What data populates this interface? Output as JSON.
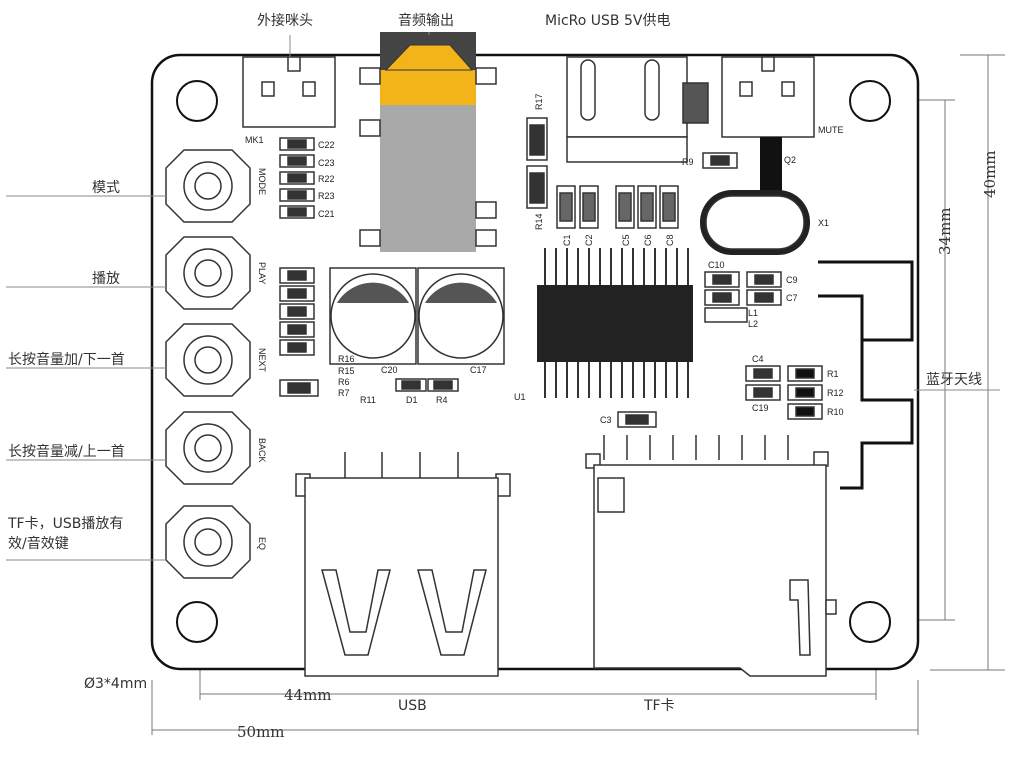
{
  "annotations": {
    "mic": "外接咪头",
    "audio_out": "音频输出",
    "power": "MicRo USB 5V供电",
    "mode": "模式",
    "play": "播放",
    "next": "长按音量加/下一首",
    "back": "长按音量减/上一首",
    "eq_line1": "TF卡，USB播放有",
    "eq_line2": "效/音效键",
    "antenna": "蓝牙天线",
    "usb": "USB",
    "tf": "TF卡",
    "hole": "Ø3*4mm"
  },
  "dimensions": {
    "w44": "44mm",
    "w50": "50mm",
    "h34": "34mm",
    "h40": "40mm"
  },
  "silkscreen": {
    "MK1": "MK1",
    "MUTE": "MUTE",
    "Q2": "Q2",
    "X1": "X1",
    "U1": "U1",
    "D1": "D1",
    "R4": "R4",
    "R9": "R9",
    "R11": "R11",
    "R14": "R14",
    "R17": "R17",
    "C17": "C17",
    "C20": "C20",
    "C3": "C3",
    "C4": "C4",
    "C7": "C7",
    "C9": "C9",
    "C10": "C10",
    "C19": "C19",
    "R1": "R1",
    "R10": "R10",
    "R12": "R12",
    "L1": "L1",
    "L2": "L2",
    "C1": "C1",
    "C2": "C2",
    "C5": "C5",
    "C6": "C6",
    "C8": "C8",
    "C21": "C21",
    "C22": "C22",
    "C23": "C23",
    "R22": "R22",
    "R23": "R23",
    "R16": "R16",
    "R15": "R15",
    "R6": "R6",
    "R7": "R7"
  },
  "button_labels": {
    "mode": "MODE",
    "play": "PLAY",
    "next": "NEXT",
    "back": "BACK",
    "eq": "EQ"
  }
}
